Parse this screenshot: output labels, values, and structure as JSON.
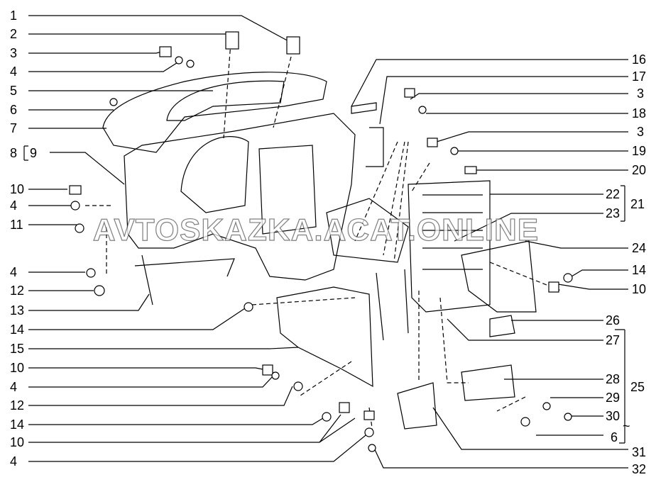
{
  "left_callouts": [
    "1",
    "2",
    "3",
    "4",
    "5",
    "6",
    "7",
    "8",
    "9",
    "10",
    "4",
    "11",
    "4",
    "12",
    "13",
    "14",
    "15",
    "10",
    "4",
    "12",
    "14",
    "10",
    "4"
  ],
  "right_callouts": [
    "16",
    "17",
    "3",
    "18",
    "3",
    "19",
    "20",
    "22",
    "23",
    "21",
    "24",
    "14",
    "10",
    "26",
    "27",
    "28",
    "25",
    "29",
    "30",
    "~",
    "6",
    "31",
    "32"
  ],
  "watermark": "AVTOSKAZKA.ACAT.ONLINE"
}
